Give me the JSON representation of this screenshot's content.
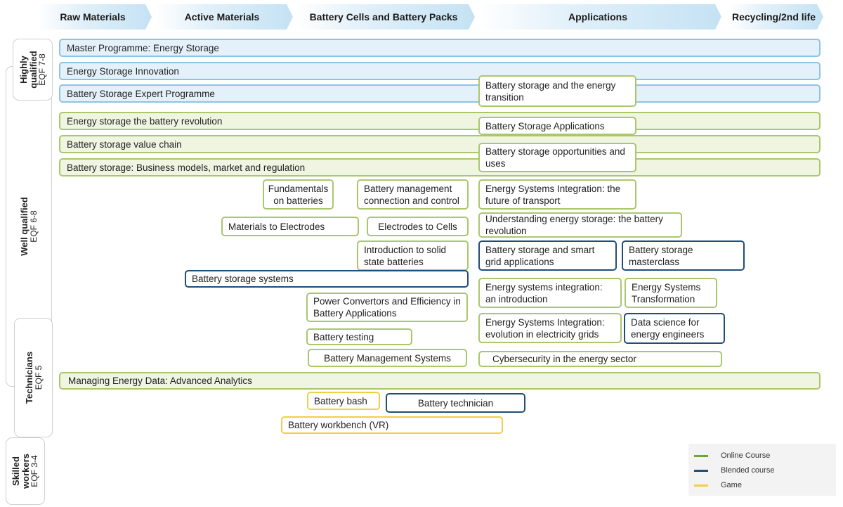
{
  "stages": [
    {
      "label": "Raw Materials"
    },
    {
      "label": "Active Materials"
    },
    {
      "label": "Battery Cells and Battery Packs"
    },
    {
      "label": "Applications"
    },
    {
      "label": "Recycling/2nd life"
    }
  ],
  "levels": [
    {
      "line1": "Highly qualified",
      "line2": "EQF 7-8"
    },
    {
      "line1": "Well qualified",
      "line2": "EQF 6-8"
    },
    {
      "line1": "Technicians",
      "line2": "EQF 5"
    },
    {
      "line1": "Skilled workers",
      "line2": "EQF 3-4"
    }
  ],
  "courses": [
    {
      "label": "Master Programme: Energy Storage",
      "type": "expert"
    },
    {
      "label": "Energy Storage Innovation",
      "type": "expert"
    },
    {
      "label": "Battery Storage Expert Programme",
      "type": "expert"
    },
    {
      "label": "Energy storage the battery revolution",
      "type": "online"
    },
    {
      "label": "Battery storage value chain",
      "type": "online"
    },
    {
      "label": "Battery storage: Business models, market and regulation",
      "type": "online"
    },
    {
      "label": "Battery storage and the energy transition",
      "type": "online"
    },
    {
      "label": "Battery Storage Applications",
      "type": "online"
    },
    {
      "label": "Battery storage opportunities and uses",
      "type": "online"
    },
    {
      "label": "Fundamentals on batteries",
      "type": "online"
    },
    {
      "label": "Battery management connection and control",
      "type": "online"
    },
    {
      "label": "Energy Systems Integration: the future of transport",
      "type": "online"
    },
    {
      "label": "Materials to Electrodes",
      "type": "online"
    },
    {
      "label": "Electrodes to Cells",
      "type": "online"
    },
    {
      "label": "Understanding energy storage: the battery revolution",
      "type": "online"
    },
    {
      "label": "Introduction to solid state batteries",
      "type": "online"
    },
    {
      "label": "Battery storage and smart grid applications",
      "type": "blended"
    },
    {
      "label": "Battery storage masterclass",
      "type": "blended"
    },
    {
      "label": "Battery storage systems",
      "type": "blended"
    },
    {
      "label": "Power Convertors and Efficiency in Battery Applications",
      "type": "online"
    },
    {
      "label": "Energy systems integration: an introduction",
      "type": "online"
    },
    {
      "label": "Energy Systems Transformation",
      "type": "online"
    },
    {
      "label": "Battery testing",
      "type": "online"
    },
    {
      "label": "Energy Systems Integration: evolution in electricity grids",
      "type": "online"
    },
    {
      "label": "Data science for energy engineers",
      "type": "blended"
    },
    {
      "label": "Battery Management Systems",
      "type": "online"
    },
    {
      "label": "Cybersecurity in the energy sector",
      "type": "online"
    },
    {
      "label": "Managing Energy Data: Advanced Analytics",
      "type": "online"
    },
    {
      "label": "Battery bash",
      "type": "game"
    },
    {
      "label": "Battery technician",
      "type": "blended"
    },
    {
      "label": "Battery workbench (VR)",
      "type": "game"
    }
  ],
  "legend": [
    {
      "label": "Online Course",
      "color": "#6aa834"
    },
    {
      "label": "Blended course",
      "color": "#1f4e79"
    },
    {
      "label": "Game",
      "color": "#f0cf47"
    }
  ]
}
